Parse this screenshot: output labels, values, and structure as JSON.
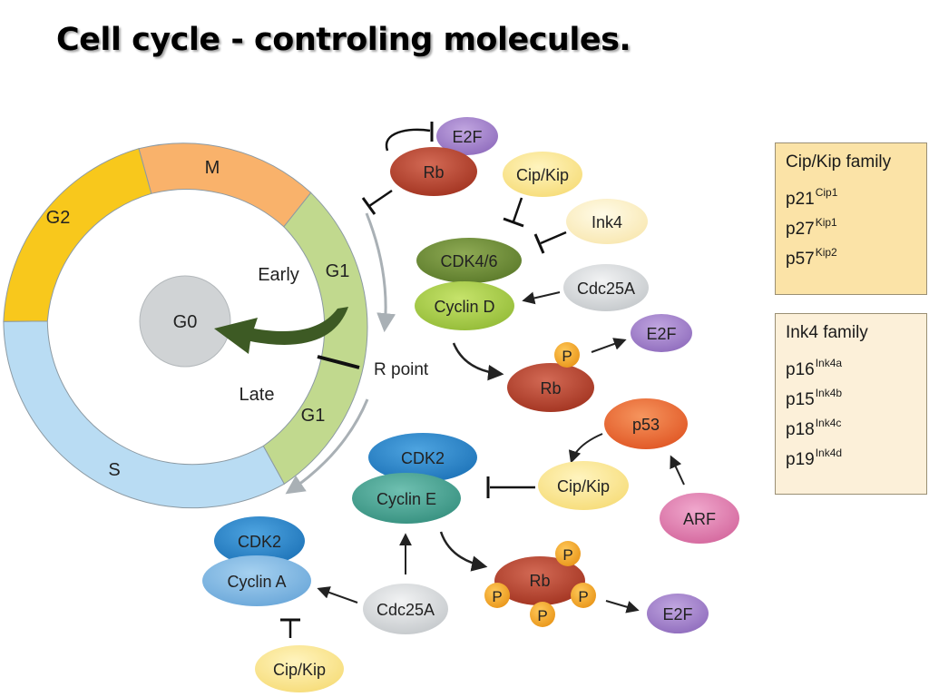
{
  "title": "Cell cycle - controling molecules.",
  "cycle": {
    "phases": {
      "m": "M",
      "g2": "G2",
      "s": "S",
      "g1_early": "G1",
      "g1_late": "G1"
    },
    "early": "Early",
    "late": "Late",
    "g0": "G0",
    "r_point": "R point"
  },
  "molecules": {
    "e2f_top": "E2F",
    "rb_top": "Rb",
    "cipkip_top": "Cip/Kip",
    "ink4": "Ink4",
    "cdk46": "CDK4/6",
    "cyclin_d": "Cyclin D",
    "cdc25a_right": "Cdc25A",
    "p_rb_mid": "P",
    "rb_mid": "Rb",
    "e2f_mid": "E2F",
    "p53": "p53",
    "cdk2_e": "CDK2",
    "cyclin_e": "Cyclin E",
    "cipkip_mid": "Cip/Kip",
    "arf": "ARF",
    "cdk2_a": "CDK2",
    "cyclin_a": "Cyclin A",
    "cdc25a_bottom": "Cdc25A",
    "rb_bottom": "Rb",
    "p1": "P",
    "p2": "P",
    "p3": "P",
    "p4": "P",
    "e2f_bottom": "E2F",
    "cipkip_bottom": "Cip/Kip"
  },
  "legend_cipkip": {
    "title": "Cip/Kip family",
    "items": [
      {
        "base": "p21",
        "sup": "Cip1"
      },
      {
        "base": "p27",
        "sup": "Kip1"
      },
      {
        "base": "p57",
        "sup": "Kip2"
      }
    ]
  },
  "legend_ink4": {
    "title": "Ink4 family",
    "items": [
      {
        "base": "p16",
        "sup": "Ink4a"
      },
      {
        "base": "p15",
        "sup": "Ink4b"
      },
      {
        "base": "p18",
        "sup": "Ink4c"
      },
      {
        "base": "p19",
        "sup": "Ink4d"
      }
    ]
  },
  "colors": {
    "m_phase": "#f9b26b",
    "g2_phase": "#f8c81c",
    "s_phase": "#b9dcf3",
    "g1_phase": "#c1d98e",
    "rb": "#b8412e",
    "e2f": "#a585cc",
    "cipkip": "#fbe692",
    "cdk46": "#6e8c35",
    "cyclin_d": "#a9cc48",
    "cdk2": "#2b86c9",
    "cyclin_e": "#4aa596",
    "cyclin_a": "#7fb8e4",
    "cdc25a": "#d7dadc",
    "p53": "#ea6b36",
    "arf": "#de7fb0",
    "phospho": "#f3a324",
    "g0": "#d0d3d5",
    "g0_arrow": "#3d5a24"
  }
}
